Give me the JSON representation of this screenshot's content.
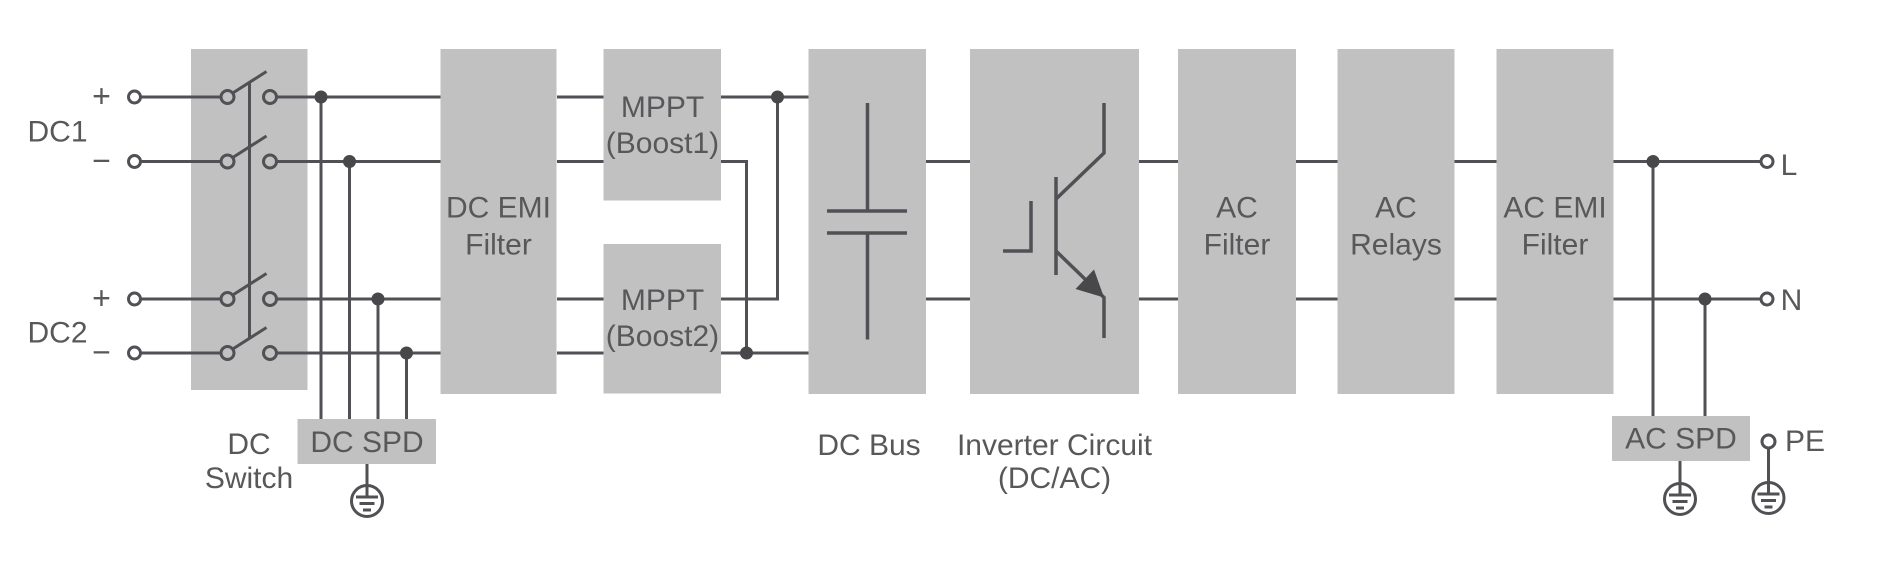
{
  "colors": {
    "background": "#ffffff",
    "block_fill": "#c1c1c1",
    "line": "#515155",
    "text": "#58585a",
    "dot": "#48484b"
  },
  "inputs": {
    "dc1": {
      "label": "DC1",
      "plus": "+",
      "minus": "−"
    },
    "dc2": {
      "label": "DC2",
      "plus": "+",
      "minus": "−"
    }
  },
  "blocks": {
    "dc_switch": {
      "line1": "DC",
      "line2": "Switch"
    },
    "dc_spd": {
      "label": "DC SPD"
    },
    "dc_emi_filter": {
      "line1": "DC EMI",
      "line2": "Filter"
    },
    "mppt1": {
      "line1": "MPPT",
      "line2": "(Boost1)"
    },
    "mppt2": {
      "line1": "MPPT",
      "line2": "(Boost2)"
    },
    "dc_bus": {
      "label": "DC Bus"
    },
    "inverter": {
      "line1": "Inverter Circuit",
      "line2": "(DC/AC)"
    },
    "ac_filter": {
      "line1": "AC",
      "line2": "Filter"
    },
    "ac_relays": {
      "line1": "AC",
      "line2": "Relays"
    },
    "ac_emi_filter": {
      "line1": "AC EMI",
      "line2": "Filter"
    },
    "ac_spd": {
      "label": "AC SPD"
    }
  },
  "outputs": {
    "line": "L",
    "neutral": "N",
    "protective_earth": "PE"
  },
  "icons": {
    "dc_switch_symbol": "disconnect-switch-icon",
    "capacitor_symbol": "capacitor-icon",
    "igbt_symbol": "igbt-transistor-icon",
    "ground_symbol": "protective-earth-ground-icon",
    "terminal_symbol": "terminal-circle-icon",
    "junction_symbol": "junction-dot-icon"
  }
}
